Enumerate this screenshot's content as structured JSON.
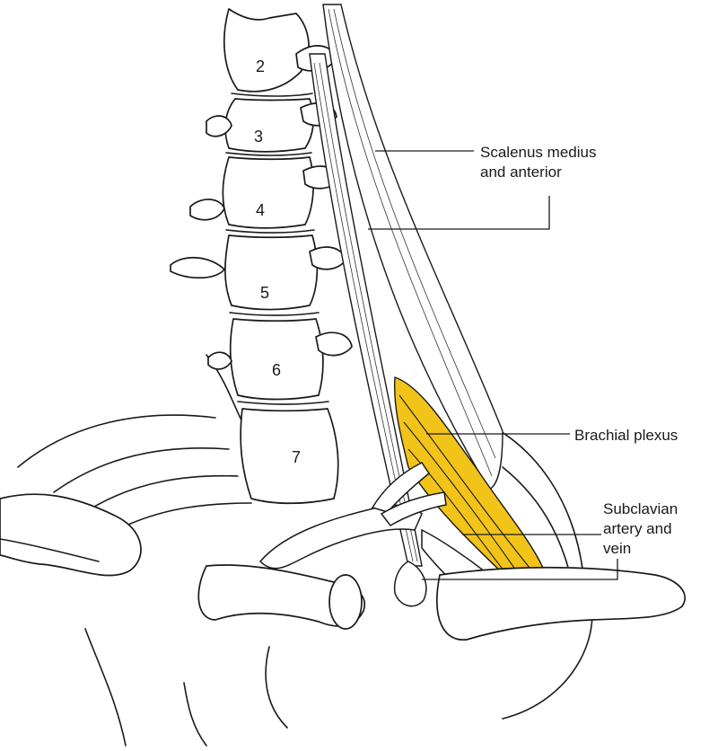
{
  "vertebrae": [
    {
      "number": "2"
    },
    {
      "number": "3"
    },
    {
      "number": "4"
    },
    {
      "number": "5"
    },
    {
      "number": "6"
    },
    {
      "number": "7"
    }
  ],
  "labels": {
    "scalenus_line1": "Scalenus medius",
    "scalenus_line2": "and anterior",
    "brachial_plexus": "Brachial plexus",
    "subclavian_line1": "Subclavian",
    "subclavian_line2": "artery and",
    "subclavian_line3": "vein"
  },
  "colors": {
    "plexus_highlight": "#f2c419",
    "ink": "#1a1a1a"
  }
}
